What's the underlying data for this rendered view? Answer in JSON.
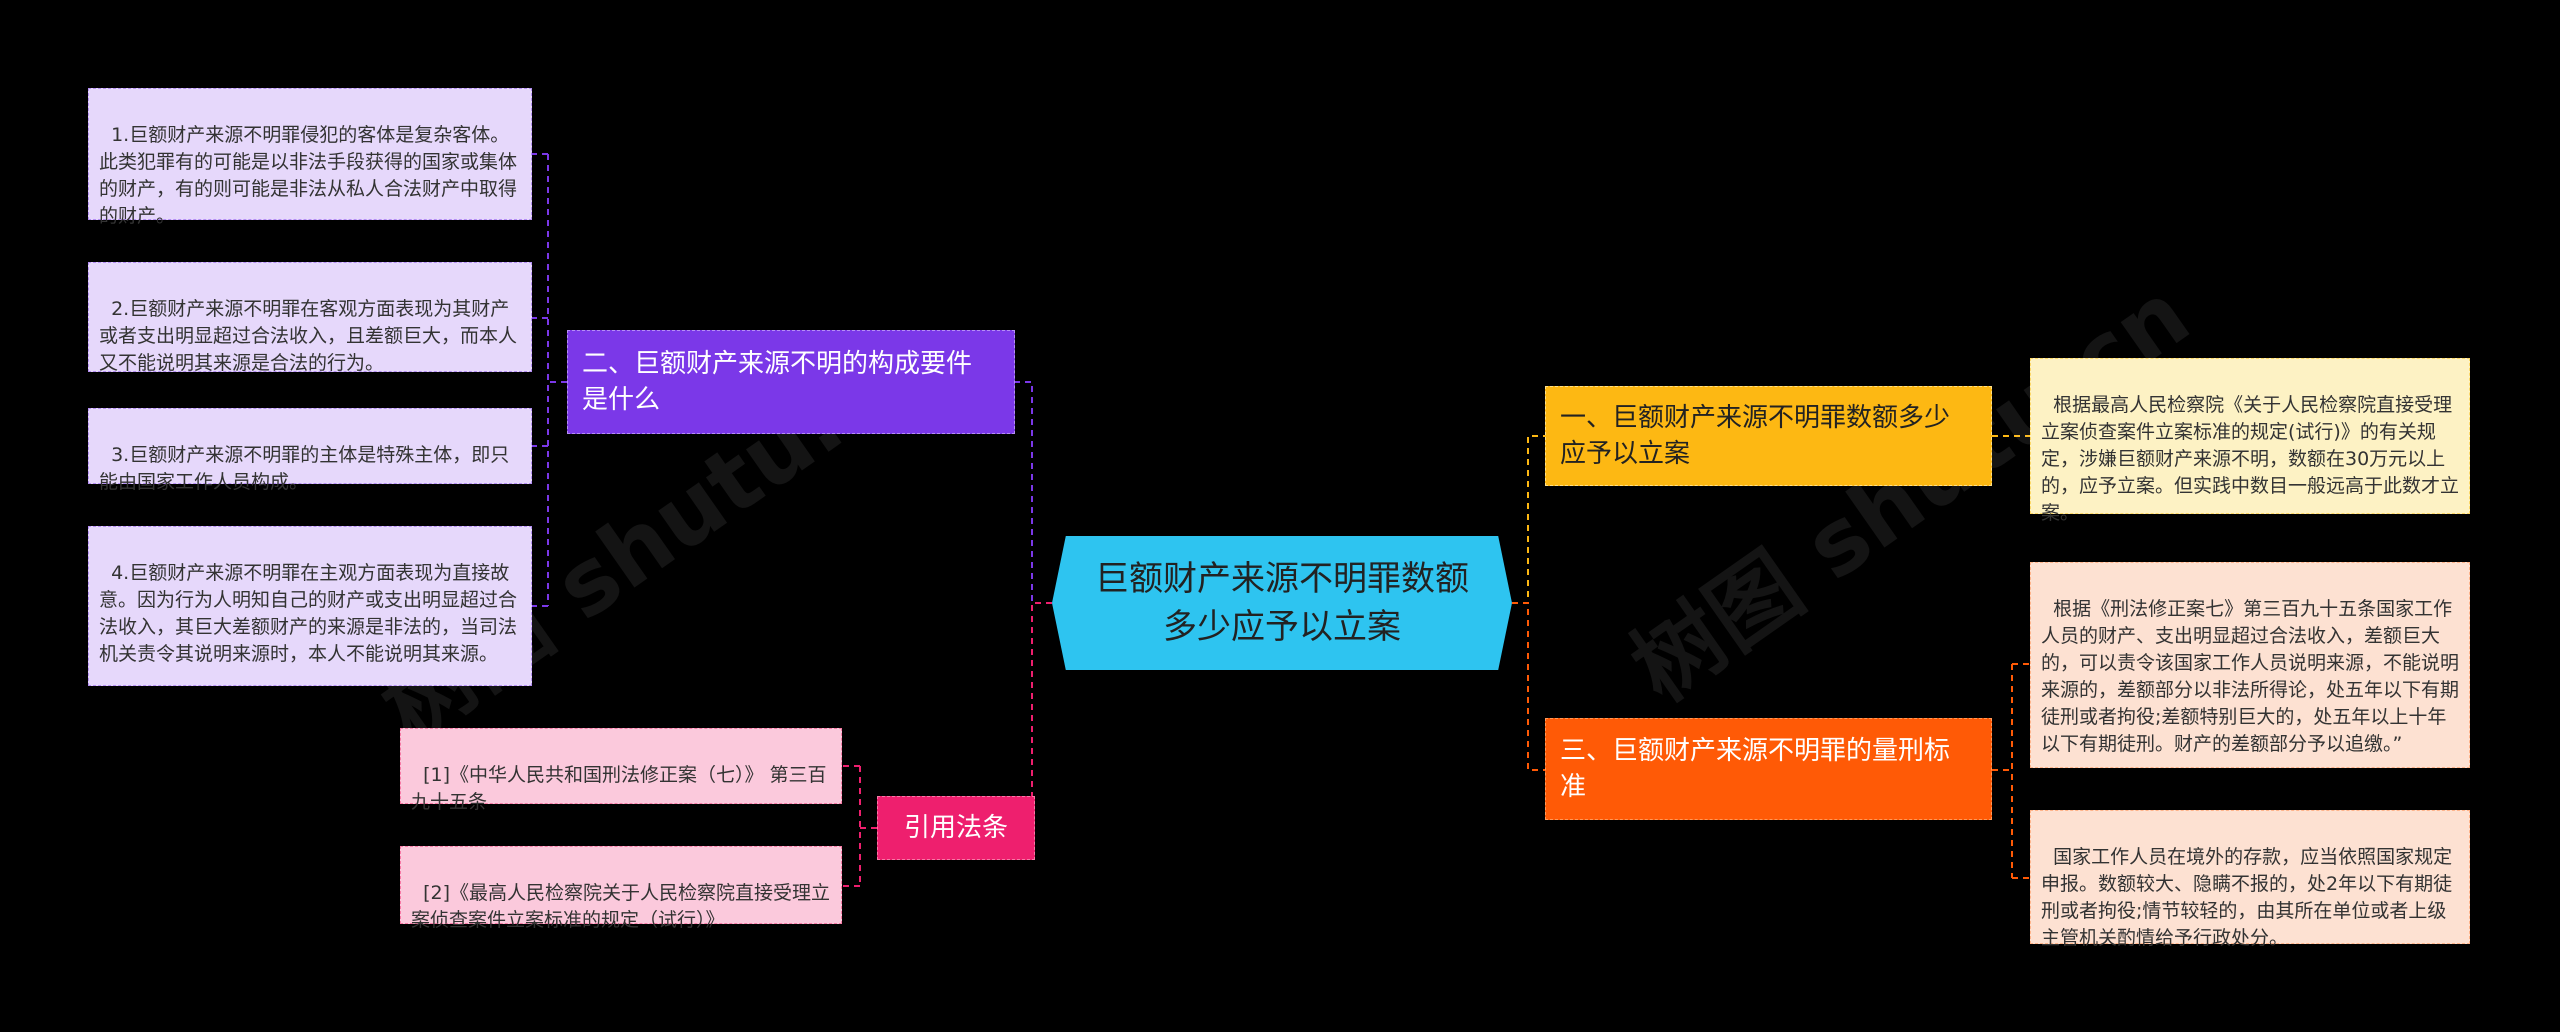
{
  "colors": {
    "background": "#000000",
    "root": "#2ec4f0",
    "branch_purple": "#7b38e8",
    "branch_pink": "#ee1f6e",
    "branch_yellow": "#fdb813",
    "branch_orange": "#ff5a06",
    "leaf_purple": "#e6d8fb",
    "leaf_pink": "#fbc9dc",
    "leaf_yellow": "#fdf2c4",
    "leaf_orange": "#fde1d2"
  },
  "root": {
    "label": "巨额财产来源不明罪数额\n多少应予以立案"
  },
  "branches": {
    "components": {
      "label": "二、巨额财产来源不明的构成要件\n是什么",
      "items": [
        "1.巨额财产来源不明罪侵犯的客体是复杂客体。此类犯罪有的可能是以非法手段获得的国家或集体的财产，有的则可能是非法从私人合法财产中取得的财产。",
        "2.巨额财产来源不明罪在客观方面表现为其财产或者支出明显超过合法收入，且差额巨大，而本人又不能说明其来源是合法的行为。",
        "3.巨额财产来源不明罪的主体是特殊主体，即只能由国家工作人员构成。",
        "4.巨额财产来源不明罪在主观方面表现为直接故意。因为行为人明知自己的财产或支出明显超过合法收入，其巨大差额财产的来源是非法的，当司法机关责令其说明来源时，本人不能说明其来源。"
      ]
    },
    "citations": {
      "label": "引用法条",
      "items": [
        "[1]《中华人民共和国刑法修正案（七）》 第三百九十五条",
        "[2]《最高人民检察院关于人民检察院直接受理立案侦查案件立案标准的规定（试行）》"
      ]
    },
    "filing": {
      "label": "一、巨额财产来源不明罪数额多少\n应予以立案",
      "items": [
        "根据最高人民检察院《关于人民检察院直接受理立案侦查案件立案标准的规定(试行)》的有关规定，涉嫌巨额财产来源不明，数额在30万元以上的，应予立案。但实践中数目一般远高于此数才立案。"
      ]
    },
    "sentencing": {
      "label": "三、巨额财产来源不明罪的量刑标\n准",
      "items": [
        "根据《刑法修正案七》第三百九十五条国家工作人员的财产、支出明显超过合法收入，差额巨大的，可以责令该国家工作人员说明来源，不能说明来源的，差额部分以非法所得论，处五年以下有期徒刑或者拘役;差额特别巨大的，处五年以上十年以下有期徒刑。财产的差额部分予以追缴。”",
        "国家工作人员在境外的存款，应当依照国家规定申报。数额较大、隐瞒不报的，处2年以下有期徒刑或者拘役;情节较轻的，由其所在单位或者上级主管机关酌情给予行政处分。"
      ]
    }
  }
}
